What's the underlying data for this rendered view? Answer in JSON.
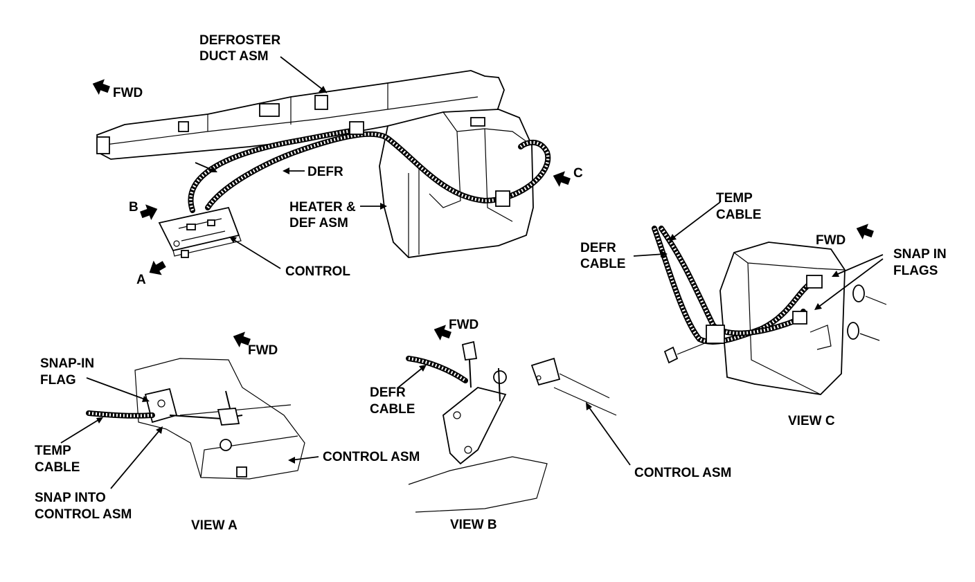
{
  "labels": {
    "defroster_duct": [
      "DEFROSTER",
      "DUCT ASM"
    ],
    "fwd": "FWD",
    "defr": "DEFR",
    "view_c_marker": "C",
    "view_b_marker": "B",
    "view_a_marker": "A",
    "heater_def": [
      "HEATER &",
      "DEF ASM"
    ],
    "control": "CONTROL",
    "temp_cable": [
      "TEMP",
      "CABLE"
    ],
    "defr_cable": [
      "DEFR",
      "CABLE"
    ],
    "snap_in_flags": [
      "SNAP IN",
      "FLAGS"
    ],
    "snap_in_flag": [
      "SNAP-IN",
      "FLAG"
    ],
    "control_asm": "CONTROL ASM",
    "snap_into_control": [
      "SNAP INTO",
      "CONTROL ASM"
    ],
    "view_a": "VIEW A",
    "view_b": "VIEW B",
    "view_c": "VIEW C"
  }
}
